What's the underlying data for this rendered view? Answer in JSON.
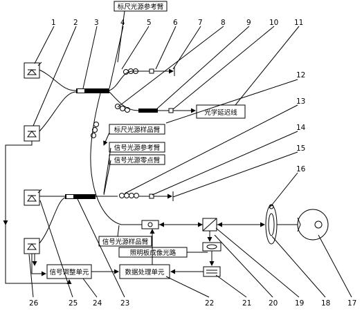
{
  "numbers": [
    "1",
    "2",
    "3",
    "4",
    "5",
    "6",
    "7",
    "8",
    "9",
    "10",
    "11",
    "12",
    "13",
    "14",
    "15",
    "16",
    "17",
    "18",
    "19",
    "20",
    "21",
    "22",
    "23",
    "24",
    "25",
    "26"
  ],
  "labels": {
    "ref_arm_scale": "标尺光源参考臂",
    "optical_delay": "光学延迟线",
    "sample_arm_scale": "标尺光源样品臂",
    "ref_arm_signal": "信号光源参考臂",
    "zero_arm_signal": "信号光源零点臂",
    "sample_arm_signal": "信号光源样品臂",
    "illum_imaging": "照明板成像光路",
    "signal_conditioning": "信号调整单元",
    "data_processing": "数据处理单元"
  }
}
